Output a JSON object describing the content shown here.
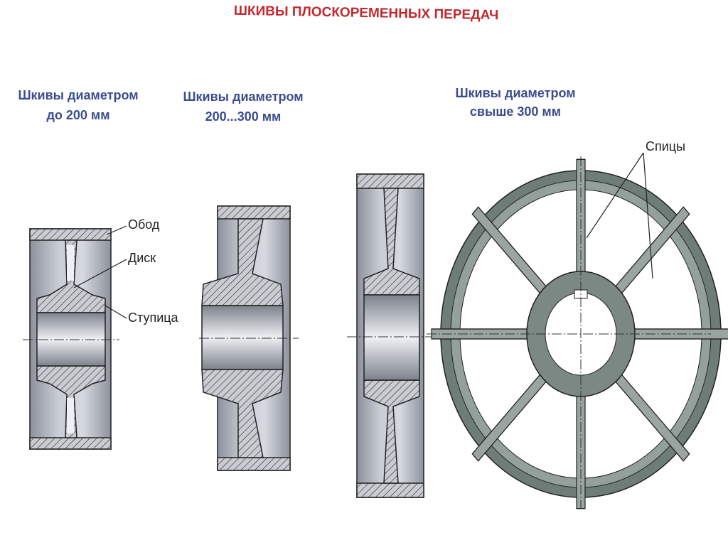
{
  "title": "ШКИВЫ ПЛОСКОРЕМЕННЫХ ПЕРЕДАЧ",
  "groups": [
    {
      "line1": "Шкивы диаметром",
      "line2": "до 200 мм"
    },
    {
      "line1": "Шкивы диаметром",
      "line2": "200...300 мм"
    },
    {
      "line1": "Шкивы диаметром",
      "line2": "свыше 300 мм"
    }
  ],
  "labels": {
    "rim": "Обод",
    "disk": "Диск",
    "hub": "Ступица",
    "spokes": "Спицы"
  },
  "colors": {
    "title": "#c2282e",
    "heading": "#3b4d8f",
    "wheel": "#6f7d78"
  }
}
